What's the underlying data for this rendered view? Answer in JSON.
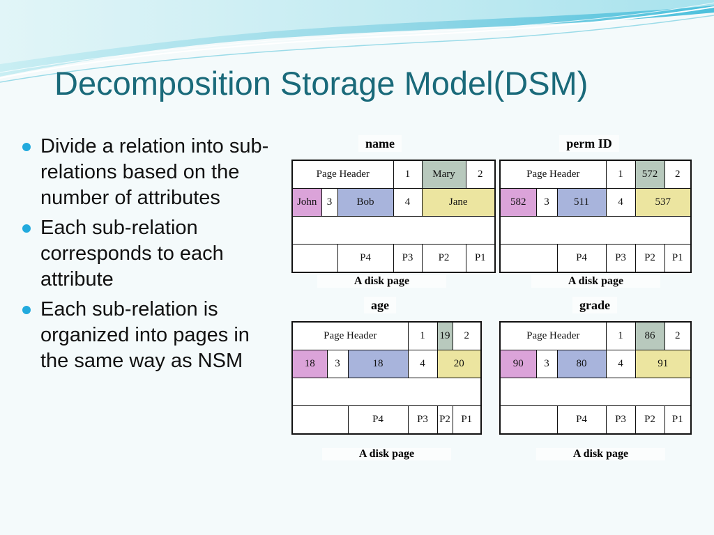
{
  "title": "Decomposition Storage Model(DSM)",
  "bullets": [
    "Divide a relation into sub-relations based on the number of attributes",
    "Each sub-relation corresponds to each attribute",
    "Each sub-relation is organized into pages in the same way as NSM"
  ],
  "colors": {
    "title": "#1a6a7a",
    "bullet": "#22aadd",
    "green": "#b8c9bd",
    "pink": "#dba3d9",
    "blue": "#a8b4dc",
    "yellow": "#ece5a0"
  },
  "panels": [
    {
      "name": "name",
      "row1": {
        "header": "Page Header",
        "n1": "1",
        "v1": "Mary",
        "n2": "2"
      },
      "row2": {
        "a": "John",
        "b": "3",
        "c": "Bob",
        "d": "4",
        "e": "Jane"
      },
      "row4": [
        "P4",
        "P3",
        "P2",
        "P1"
      ],
      "caption": "A disk page"
    },
    {
      "name": "perm ID",
      "row1": {
        "header": "Page Header",
        "n1": "1",
        "v1": "572",
        "n2": "2"
      },
      "row2": {
        "a": "582",
        "b": "3",
        "c": "511",
        "d": "4",
        "e": "537"
      },
      "row4": [
        "P4",
        "P3",
        "P2",
        "P1"
      ],
      "caption": "A disk page"
    },
    {
      "name": "age",
      "row1": {
        "header": "Page Header",
        "n1": "1",
        "v1": "19",
        "n2": "2"
      },
      "row2": {
        "a": "18",
        "b": "3",
        "c": "18",
        "d": "4",
        "e": "20"
      },
      "row4": [
        "P4",
        "P3",
        "P2",
        "P1"
      ],
      "caption": "A disk page"
    },
    {
      "name": "grade",
      "row1": {
        "header": "Page Header",
        "n1": "1",
        "v1": "86",
        "n2": "2"
      },
      "row2": {
        "a": "90",
        "b": "3",
        "c": "80",
        "d": "4",
        "e": "91"
      },
      "row4": [
        "P4",
        "P3",
        "P2",
        "P1"
      ],
      "caption": "A disk page"
    }
  ]
}
